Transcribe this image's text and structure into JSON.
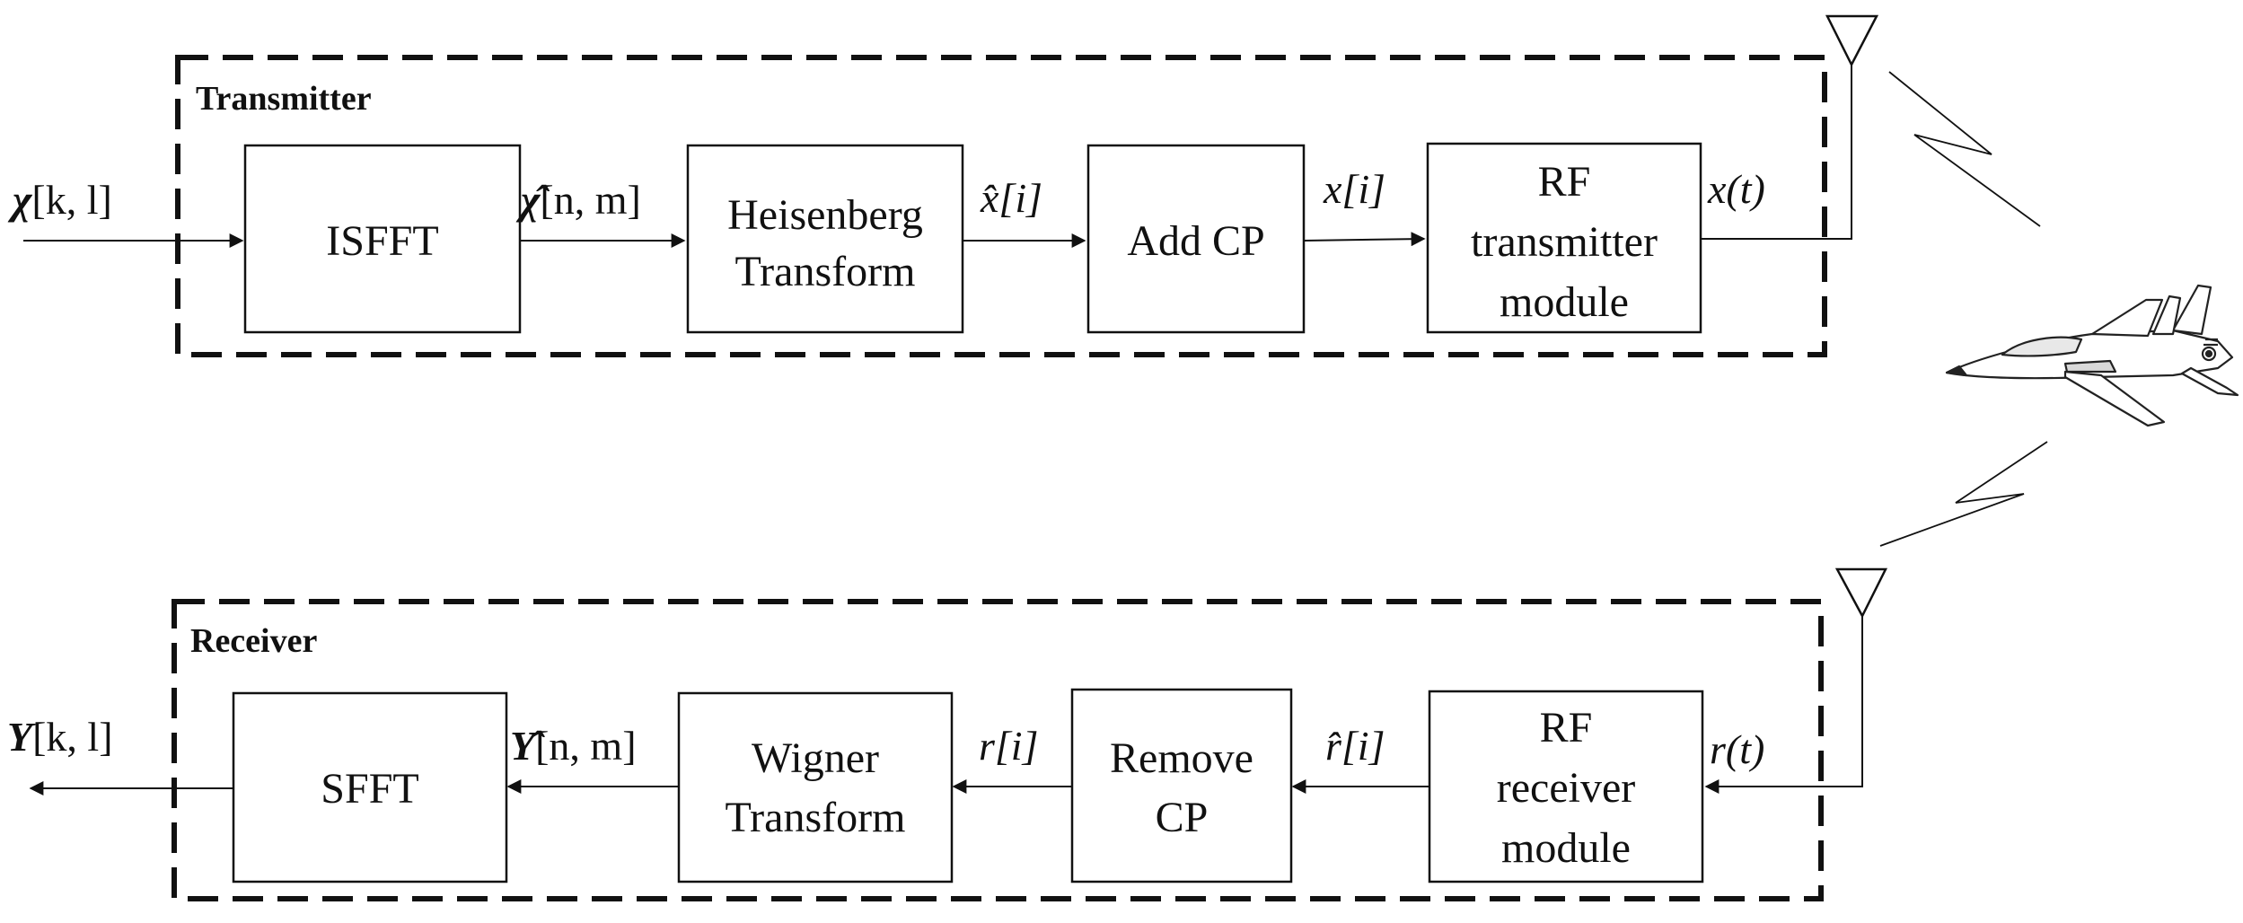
{
  "transmitter": {
    "title": "Transmitter",
    "input_signal": {
      "bold": "χ",
      "rest": "[k, l]"
    },
    "blocks": {
      "isfft": [
        "ISFFT"
      ],
      "heisenberg": [
        "Heisenberg",
        "Transform"
      ],
      "add_cp": [
        "Add CP"
      ],
      "rf_tx": [
        "RF",
        "transmitter",
        "module"
      ]
    },
    "signals": {
      "after_isfft": {
        "bold": "χ̂",
        "rest": "[n, m]"
      },
      "after_heisenberg": {
        "rest": "x̂[i]"
      },
      "after_add_cp": {
        "rest": "x[i]"
      },
      "after_rf": {
        "rest": "x(t)"
      }
    }
  },
  "receiver": {
    "title": "Receiver",
    "output_signal": {
      "bold": "Υ",
      "rest": "[k, l]"
    },
    "blocks": {
      "sfft": [
        "SFFT"
      ],
      "wigner": [
        "Wigner",
        "Transform"
      ],
      "remove_cp": [
        "Remove",
        "CP"
      ],
      "rf_rx": [
        "RF",
        "receiver",
        "module"
      ]
    },
    "signals": {
      "after_wigner": {
        "bold": "Υ̂",
        "rest": "[n, m]"
      },
      "after_remove_cp": {
        "rest": "r[i]"
      },
      "after_rf": {
        "rest": "r̂[i]"
      },
      "rf_input": {
        "rest": "r(t)"
      }
    }
  },
  "aircraft_icon": "fighter-jet-icon",
  "antenna_icon": "antenna-icon",
  "colors": {
    "stroke": "#111111",
    "background": "#ffffff"
  }
}
